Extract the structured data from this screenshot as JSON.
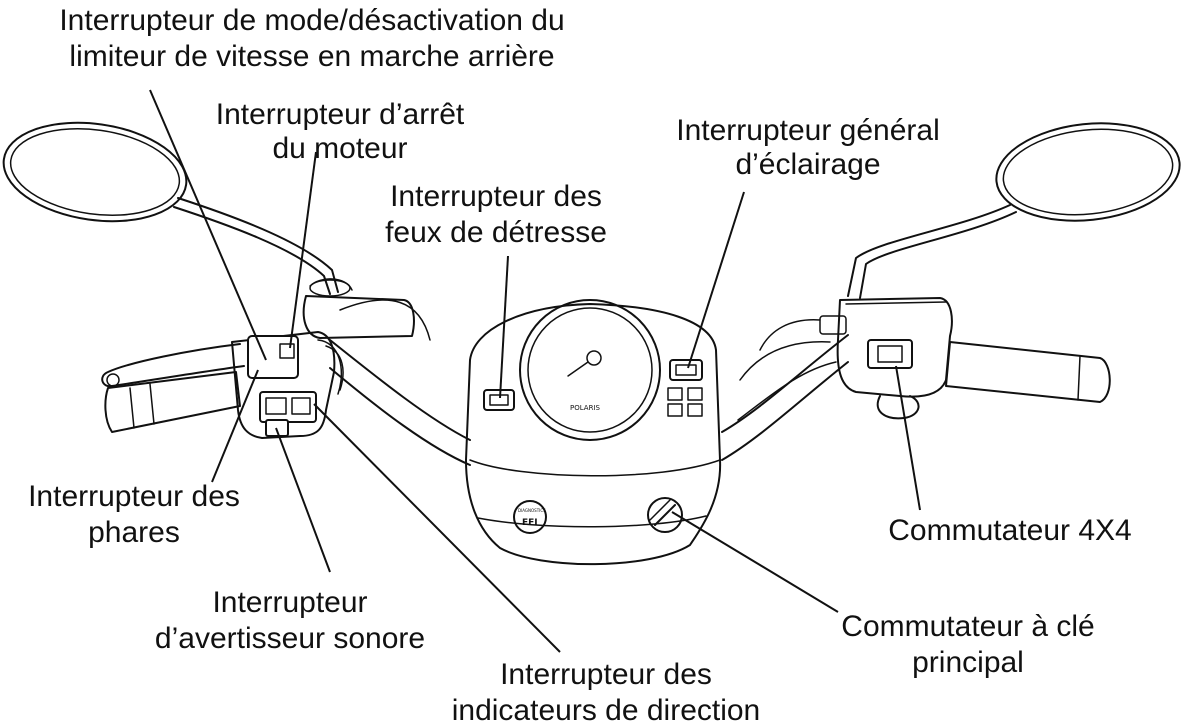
{
  "labels": {
    "reverse_limiter_line1": "Interrupteur de mode/désactivation du",
    "reverse_limiter_line2": "limiteur de vitesse en marche arrière",
    "engine_stop_line1": "Interrupteur d’arrêt",
    "engine_stop_line2": "du moteur",
    "hazard_line1": "Interrupteur des",
    "hazard_line2": "feux de détresse",
    "main_lights_line1": "Interrupteur général",
    "main_lights_line2": "d’éclairage",
    "headlights_line1": "Interrupteur des",
    "headlights_line2": "phares",
    "horn_line1": "Interrupteur",
    "horn_line2": "d’avertisseur sonore",
    "turn_signals_line1": "Interrupteur des",
    "turn_signals_line2": "indicateurs de direction",
    "awd_switch": "Commutateur 4X4",
    "key_switch_line1": "Commutateur à clé",
    "key_switch_line2": "principal"
  },
  "pod_markings": {
    "brand": "POLARIS",
    "efi_badge_top": "DIAGNOSTICS",
    "efi_badge": "EFI"
  }
}
